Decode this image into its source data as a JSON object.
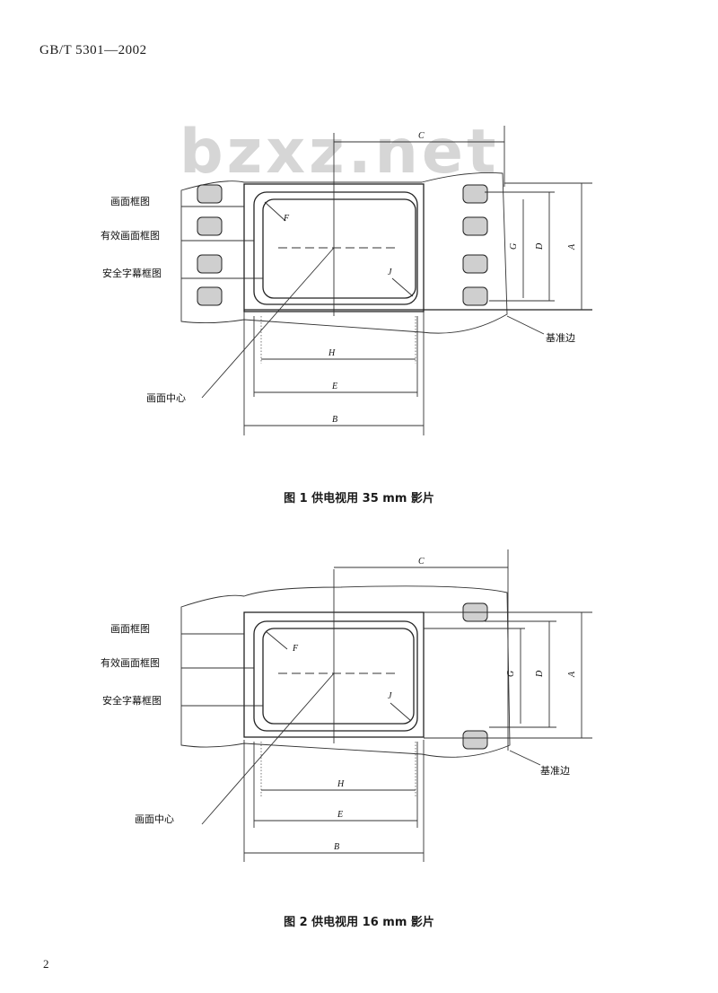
{
  "header": {
    "standard_id": "GB/T 5301—2002"
  },
  "watermark": "bzxz.net",
  "figure1": {
    "caption": "图 1   供电视用 35 mm 影片",
    "labels": {
      "picture_frame": "画面框图",
      "effective_picture_frame": "有效画面框图",
      "safe_title_frame": "安全字幕框图",
      "picture_center": "画面中心",
      "reference_edge": "基准边"
    },
    "dims": {
      "C": "C",
      "A": "A",
      "D": "D",
      "G": "G",
      "H": "H",
      "E": "E",
      "B": "B",
      "F": "F",
      "J": "J"
    }
  },
  "figure2": {
    "caption": "图 2   供电视用 16 mm 影片",
    "labels": {
      "picture_frame": "画面框图",
      "effective_picture_frame": "有效画面框图",
      "safe_title_frame": "安全字幕框图",
      "picture_center": "画面中心",
      "reference_edge": "基准边"
    },
    "dims": {
      "C": "C",
      "A": "A",
      "D": "D",
      "G": "G",
      "H": "H",
      "E": "E",
      "B": "B",
      "F": "F",
      "J": "J"
    }
  },
  "footer": {
    "page_number": "2"
  }
}
